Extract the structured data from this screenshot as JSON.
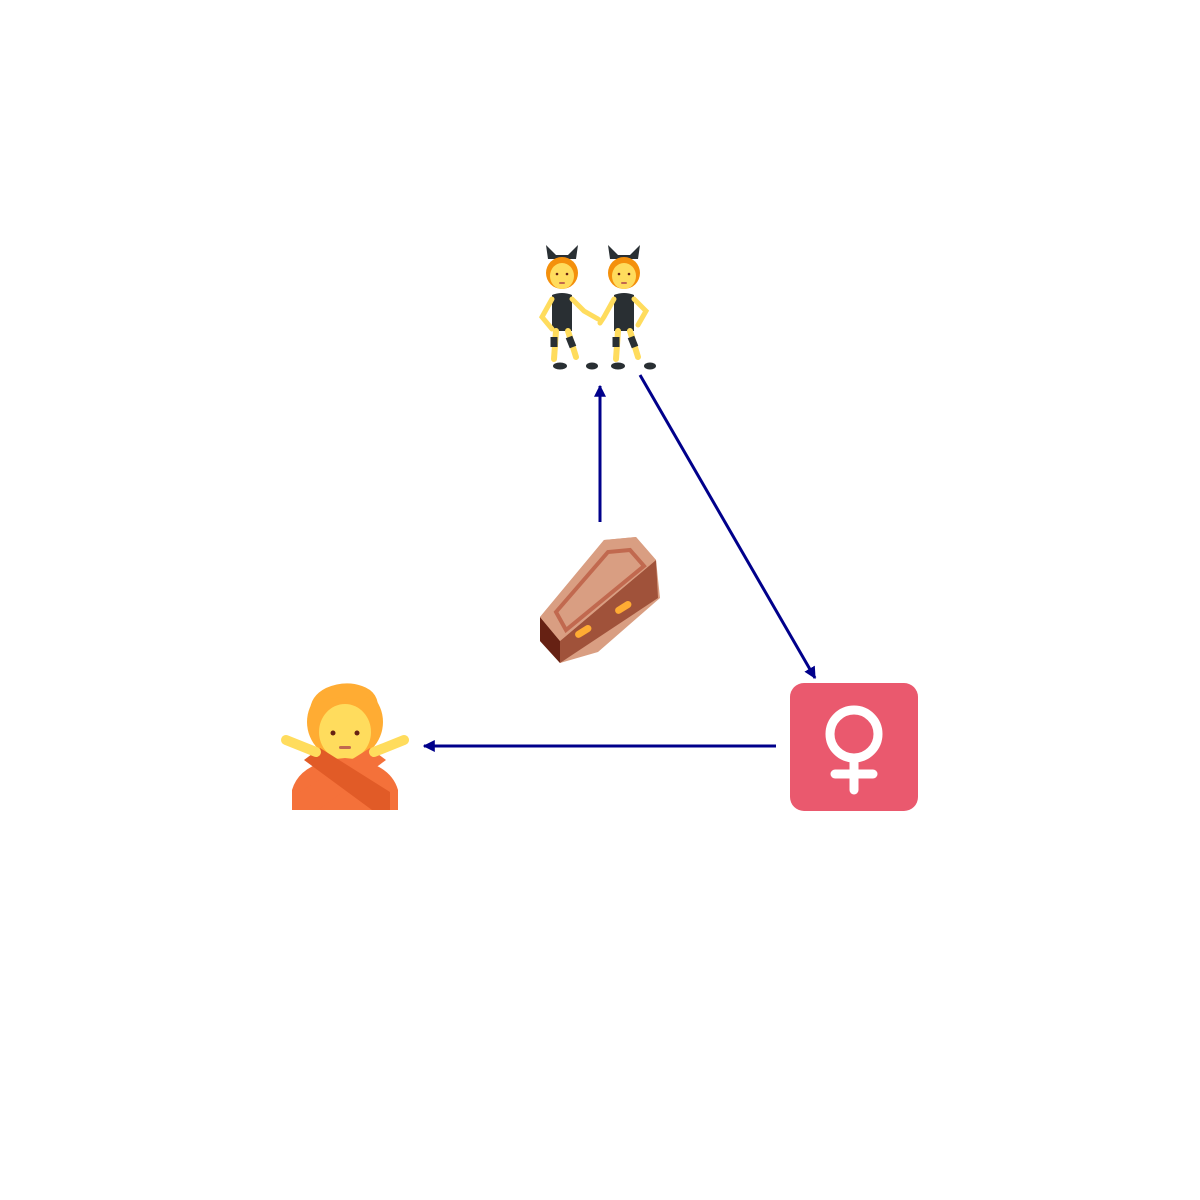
{
  "diagram": {
    "type": "emoji-cycle",
    "edge_color": "#00008b",
    "nodes": [
      {
        "id": "dancers",
        "icon": "women-with-bunny-ears-icon"
      },
      {
        "id": "female-sign",
        "icon": "female-sign-icon",
        "colors": {
          "tile": "#ea596e",
          "glyph": "#ffffff"
        }
      },
      {
        "id": "no-gesture",
        "icon": "person-gesturing-no-icon"
      },
      {
        "id": "coffin",
        "icon": "coffin-icon"
      }
    ],
    "edges": [
      {
        "from": "coffin",
        "to": "dancers"
      },
      {
        "from": "dancers",
        "to": "female-sign"
      },
      {
        "from": "female-sign",
        "to": "no-gesture"
      }
    ]
  }
}
